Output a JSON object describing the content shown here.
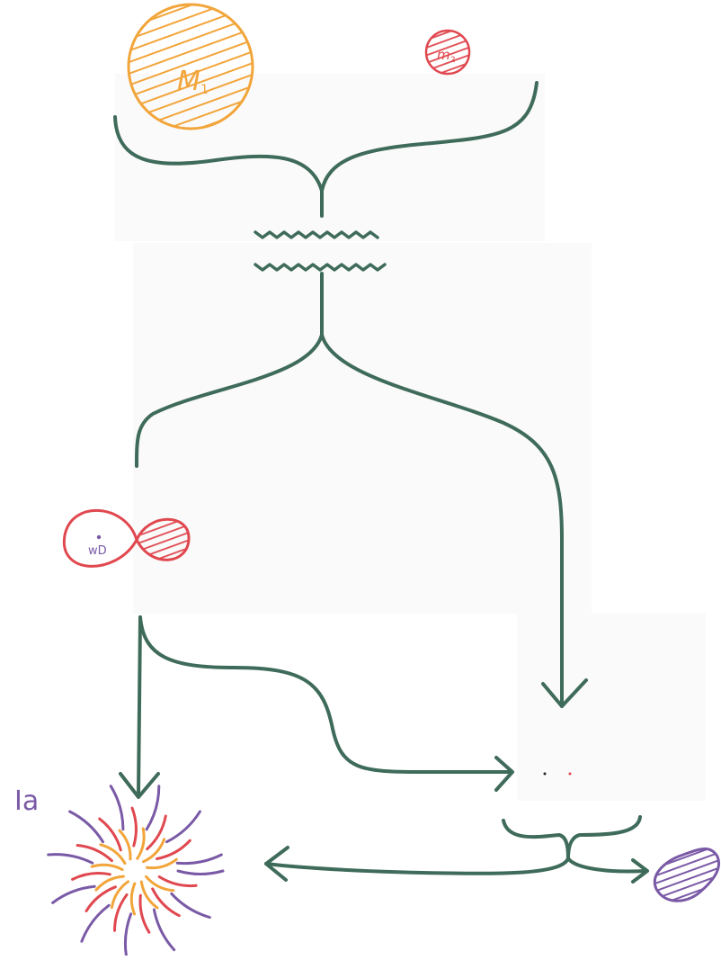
{
  "labels": {
    "star1": "M",
    "star1_sub": "1",
    "star2": "m",
    "star2_sub": "2",
    "white_dwarf": "wD",
    "supernova": "Ia"
  },
  "colors": {
    "paper": "#ffffff",
    "panel": "#fafafa",
    "track": "#3f6b5a",
    "star1": "#f2a53a",
    "star2": "#e0484f",
    "purple": "#7a5aa6",
    "ink": "#222222"
  }
}
